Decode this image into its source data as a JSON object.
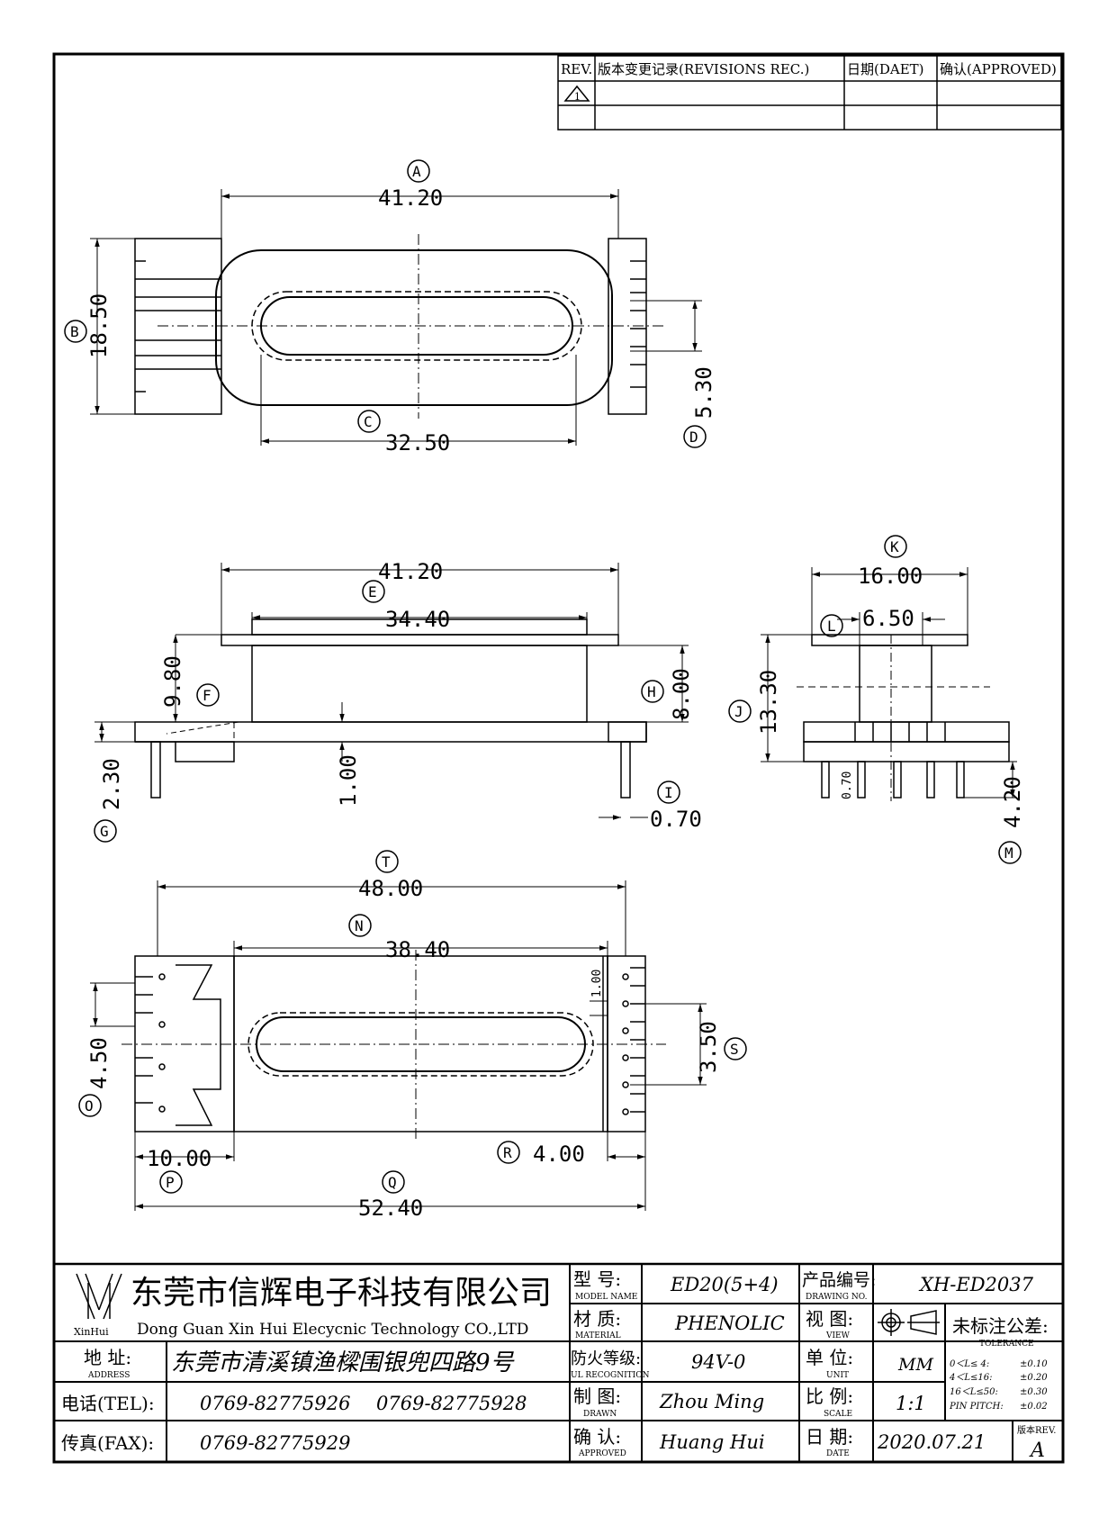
{
  "revision_table": {
    "headers": [
      "REV.",
      "版本变更记录(REVISIONS REC.)",
      "日期(DAET)",
      "确认(APPROVED)"
    ],
    "rev_mark": "1"
  },
  "views": {
    "top": {
      "label_A": "A",
      "dim_A": "41.20",
      "label_B": "B",
      "dim_B": "18.50",
      "label_C": "C",
      "dim_C": "32.50",
      "label_D": "D",
      "dim_D": "5.30"
    },
    "front": {
      "dim_top": "41.20",
      "label_E": "E",
      "dim_E": "34.40",
      "label_F": "F",
      "dim_F": "9.80",
      "label_H": "H",
      "dim_H": "8.00",
      "dim_center": "1.00",
      "label_G": "G",
      "dim_G": "2.30",
      "label_I": "I",
      "dim_I": "0.70"
    },
    "side": {
      "label_K": "K",
      "dim_K": "16.00",
      "label_L": "L",
      "dim_L": "6.50",
      "label_J": "J",
      "dim_J": "13.30",
      "dim_pin": "0.70",
      "label_M": "M",
      "dim_M": "4.20"
    },
    "bottom": {
      "label_T": "T",
      "dim_T": "48.00",
      "label_N": "N",
      "dim_N": "38.40",
      "dim_small": "1.00",
      "label_O": "O",
      "dim_O": "4.50",
      "label_S": "S",
      "dim_S": "3.50",
      "label_P": "P",
      "dim_P": "10.00",
      "label_R": "R",
      "dim_R": "4.00",
      "label_Q": "Q",
      "dim_Q": "52.40"
    }
  },
  "title_block": {
    "logo_text": "XinHui",
    "company_cn": "东莞市信辉电子科技有限公司",
    "company_en": "Dong Guan Xin Hui Elecycnic Technology CO.,LTD",
    "address_label": "地  址:",
    "address_label_en": "ADDRESS",
    "address": "东莞市清溪镇渔樑围银兜四路9号",
    "tel_label": "电话(TEL):",
    "tel1": "0769-82775926",
    "tel2": "0769-82775928",
    "fax_label": "传真(FAX):",
    "fax": "0769-82775929",
    "model_label": "型  号:",
    "model_label_en": "MODEL NAME",
    "model": "ED20(5+4)",
    "material_label": "材  质:",
    "material_label_en": "MATERIAL",
    "material": "PHENOLIC",
    "ul_label": "防火等级:",
    "ul_label_en": "UL RECOGNITION",
    "ul": "94V-0",
    "drawn_label": "制  图:",
    "drawn_label_en": "DRAWN",
    "drawn": "Zhou Ming",
    "approved_label": "确  认:",
    "approved_label_en": "APPROVED",
    "approved": "Huang Hui",
    "drawing_no_label": "产品编号:",
    "drawing_no_label_en": "DRAWING NO.",
    "drawing_no": "XH-ED2037",
    "view_label": "视  图:",
    "view_label_en": "VIEW",
    "unit_label": "单  位:",
    "unit_label_en": "UNIT",
    "unit": "MM",
    "scale_label": "比  例:",
    "scale_label_en": "SCALE",
    "scale": "1:1",
    "date_label": "日  期:",
    "date_label_en": "DATE",
    "date": "2020.07.21",
    "tolerance_label": "未标注公差:",
    "tolerance_label_en": "TOLERANCE",
    "tolerances": [
      {
        "range": "0＜L≤ 4:",
        "value": "±0.10"
      },
      {
        "range": "4＜L≤16:",
        "value": "±0.20"
      },
      {
        "range": "16＜L≤50:",
        "value": "±0.30"
      },
      {
        "range": "PIN PITCH:",
        "value": "±0.02"
      }
    ],
    "rev_label": "版本REV.",
    "rev": "A"
  }
}
